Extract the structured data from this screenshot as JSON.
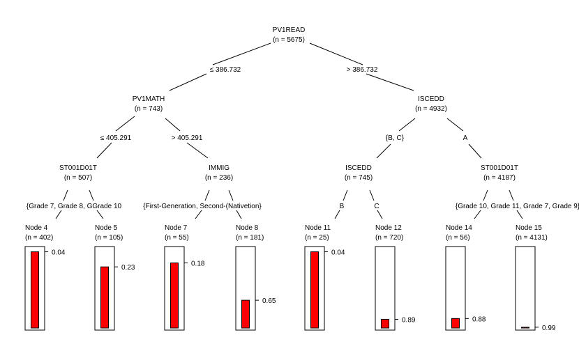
{
  "tree": {
    "root_node": {
      "variable": "PV1READ",
      "n": "(n = 5675)"
    },
    "root_split": {
      "left": "≤ 386.732",
      "right": "> 386.732"
    },
    "pv1math_node": {
      "variable": "PV1MATH",
      "n": "(n = 743)"
    },
    "pv1math_split": {
      "left": "≤ 405.291",
      "right": "> 405.291"
    },
    "iscedd_node": {
      "variable": "ISCEDD",
      "n": "(n = 4932)"
    },
    "iscedd_split": {
      "left": "{B, C}",
      "right": "A"
    },
    "st001d01t_left_node": {
      "variable": "ST001D01T",
      "n": "(n = 507)"
    },
    "st001d01t_left_split": {
      "text": "{Grade 7, Grade 8, GGrade 10"
    },
    "immig_node": {
      "variable": "IMMIG",
      "n": "(n = 236)"
    },
    "immig_split": {
      "text": "{First-Generation, Second-(Nativetion}"
    },
    "iscedd_inner_node": {
      "variable": "ISCEDD",
      "n": "(n = 745)"
    },
    "iscedd_inner_split": {
      "left": "B",
      "right": "C"
    },
    "st001d01t_right_node": {
      "variable": "ST001D01T",
      "n": "(n = 4187)"
    },
    "st001d01t_right_split": {
      "text": "{Grade 10, Grade 11, Grade 7, Grade 9}"
    }
  },
  "chart_data": {
    "type": "bar",
    "ylim": [
      0,
      1
    ],
    "leaves": [
      {
        "label": "Node 4",
        "n": "(n = 402)",
        "value": 0.96,
        "value_label": "0.04"
      },
      {
        "label": "Node 5",
        "n": "(n = 105)",
        "value": 0.77,
        "value_label": "0.23"
      },
      {
        "label": "Node 7",
        "n": "(n = 55)",
        "value": 0.82,
        "value_label": "0.18"
      },
      {
        "label": "Node 8",
        "n": "(n = 181)",
        "value": 0.35,
        "value_label": "0.65"
      },
      {
        "label": "Node 11",
        "n": "(n = 25)",
        "value": 0.96,
        "value_label": "0.04"
      },
      {
        "label": "Node 12",
        "n": "(n = 720)",
        "value": 0.11,
        "value_label": "0.89"
      },
      {
        "label": "Node 14",
        "n": "(n = 56)",
        "value": 0.12,
        "value_label": "0.88"
      },
      {
        "label": "Node 15",
        "n": "(n = 4131)",
        "value": 0.01,
        "value_label": "0.99"
      }
    ]
  }
}
